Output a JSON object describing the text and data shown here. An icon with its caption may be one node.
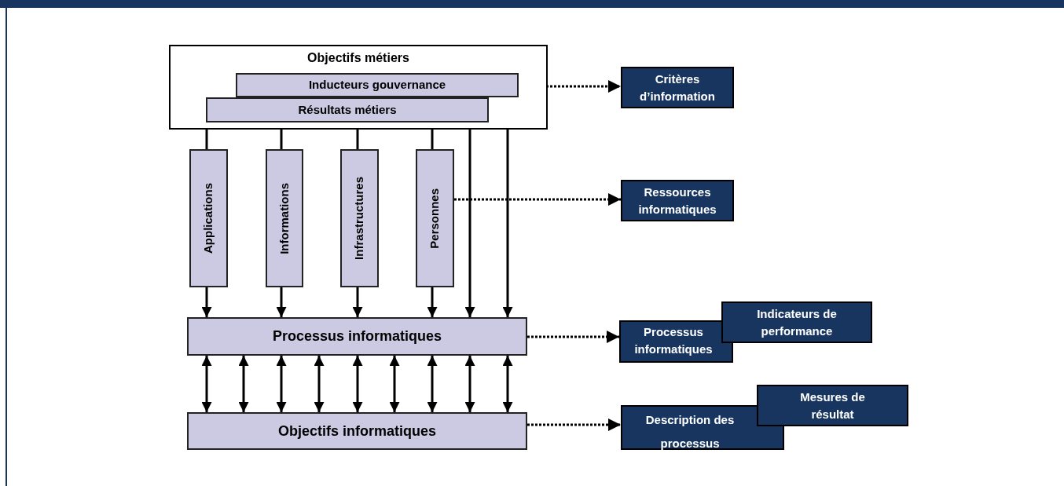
{
  "diagram": {
    "nodes": [
      {
        "text": [
          "Objectifs métiers"
        ]
      },
      {
        "text": [
          "Inducteurs gouvernance"
        ],
        "in": 0
      },
      {
        "text": [
          "Résultats métiers"
        ],
        "in": 0
      },
      {
        "text": [
          "Applications"
        ]
      },
      {
        "text": [
          "Informations"
        ]
      },
      {
        "text": [
          "Infrastructures"
        ]
      },
      {
        "text": [
          "Personnes"
        ]
      },
      {
        "text": [
          "Processus informatiques"
        ]
      },
      {
        "text": [
          "Objectifs informatiques"
        ]
      },
      {
        "text": [
          "Critères d’information"
        ]
      },
      {
        "text": [
          "Ressources informatiques"
        ]
      },
      {
        "text": [
          "Processus informatiques"
        ]
      },
      {
        "text": [
          "Indicateurs de performance"
        ]
      },
      {
        "text": [
          "Description des processus"
        ]
      },
      {
        "text": [
          "Mesures de résultat"
        ]
      }
    ],
    "edges": [
      {
        "from": 0,
        "to": 3,
        "arrow": "none"
      },
      {
        "from": 0,
        "to": 4,
        "arrow": "none"
      },
      {
        "from": 0,
        "to": 5,
        "arrow": "none"
      },
      {
        "from": 0,
        "to": 6,
        "arrow": "none"
      },
      {
        "from": 3,
        "to": 7,
        "arrow": "to"
      },
      {
        "from": 4,
        "to": 7,
        "arrow": "to"
      },
      {
        "from": 5,
        "to": 7,
        "arrow": "to"
      },
      {
        "from": 6,
        "to": 7,
        "arrow": "to"
      },
      {
        "from": 2,
        "to": 7,
        "arrow": "to"
      },
      {
        "from": 1,
        "to": 7,
        "arrow": "to"
      },
      {
        "from": 7,
        "to": 8,
        "arrow": "both"
      },
      {
        "from": 7,
        "to": 8,
        "arrow": "both"
      },
      {
        "from": 7,
        "to": 8,
        "arrow": "both"
      },
      {
        "from": 7,
        "to": 8,
        "arrow": "both"
      },
      {
        "from": 7,
        "to": 8,
        "arrow": "both"
      },
      {
        "from": 7,
        "to": 8,
        "arrow": "both"
      },
      {
        "from": 7,
        "to": 8,
        "arrow": "both"
      },
      {
        "from": 7,
        "to": 8,
        "arrow": "both"
      },
      {
        "from": 7,
        "to": 8,
        "arrow": "both"
      },
      {
        "from": 1,
        "to": 9,
        "arrow": "to",
        "style": "dashed"
      },
      {
        "from": 6,
        "to": 10,
        "arrow": "to",
        "style": "dashed"
      },
      {
        "from": 7,
        "to": 11,
        "arrow": "to",
        "style": "dashed"
      },
      {
        "from": 8,
        "to": 13,
        "arrow": "to",
        "style": "dashed"
      }
    ]
  }
}
